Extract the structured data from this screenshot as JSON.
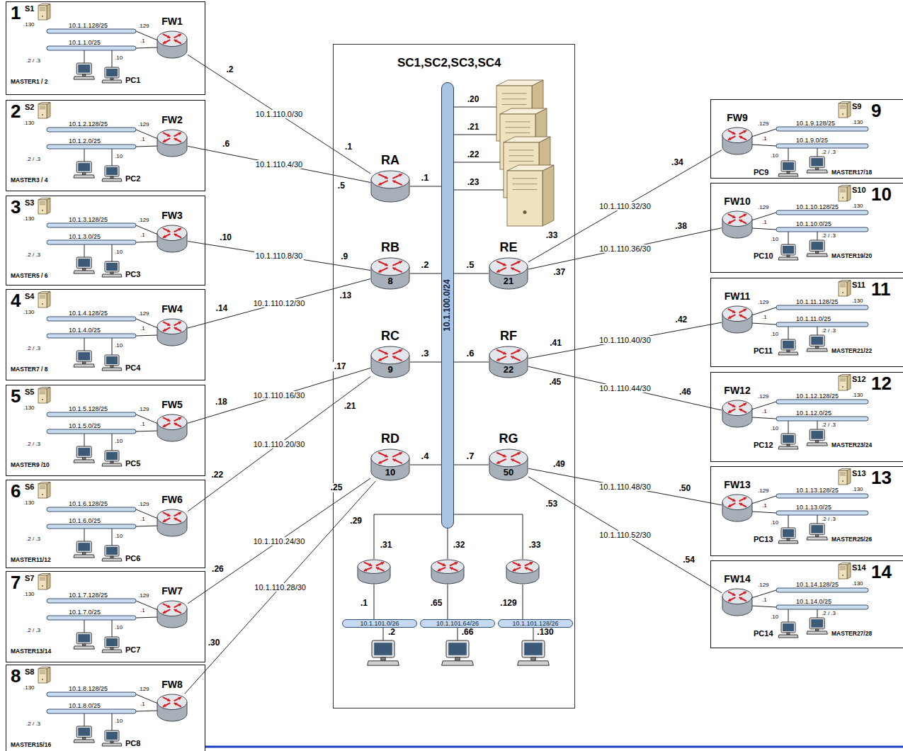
{
  "diagram": {
    "nodes": [
      {
        "text": [
          "1",
          "S1",
          ".130",
          "10.1.1.128/25",
          ".129",
          "10.1.1.0/25",
          ".1",
          ".10",
          ".2 / .3",
          "MASTER1 / 2",
          "PC1"
        ]
      },
      {
        "text": [
          "FW1"
        ],
        "in": 0
      },
      {
        "text": [
          "2",
          "S2",
          ".130",
          "10.1.2.128/25",
          ".129",
          "10.1.2.0/25",
          ".1",
          ".10",
          ".2 / .3",
          "MASTER3 / 4",
          "PC2"
        ]
      },
      {
        "text": [
          "FW2"
        ],
        "in": 2
      },
      {
        "text": [
          "3",
          "S3",
          ".130",
          "10.1.3.128/25",
          ".129",
          "10.1.3.0/25",
          ".1",
          ".10",
          ".2 / .3",
          "MASTER5 / 6",
          "PC3"
        ]
      },
      {
        "text": [
          "FW3"
        ],
        "in": 4
      },
      {
        "text": [
          "4",
          "S4",
          ".130",
          "10.1.4.128/25",
          ".129",
          "10.1.4.0/25",
          ".1",
          ".10",
          ".2 / .3",
          "MASTER7 / 8",
          "PC4"
        ]
      },
      {
        "text": [
          "FW4"
        ],
        "in": 6
      },
      {
        "text": [
          "5",
          "S5",
          ".130",
          "10.1.5.128/25",
          ".129",
          "10.1.5.0/25",
          ".1",
          ".10",
          ".2 / .3",
          "MASTER9 /10",
          "PC5"
        ]
      },
      {
        "text": [
          "FW5"
        ],
        "in": 8
      },
      {
        "text": [
          "6",
          "S6",
          ".130",
          "10.1.6.128/25",
          ".129",
          "10.1.6.0/25",
          ".1",
          ".10",
          ".2 / .3",
          "MASTER11/12",
          "PC6"
        ]
      },
      {
        "text": [
          "FW6"
        ],
        "in": 10
      },
      {
        "text": [
          "7",
          "S7",
          ".130",
          "10.1.7.128/25",
          ".129",
          "10.1.7.0/25",
          ".1",
          ".10",
          ".2 / .3",
          "MASTER13/14",
          "PC7"
        ]
      },
      {
        "text": [
          "FW7"
        ],
        "in": 12
      },
      {
        "text": [
          "8",
          "S8",
          ".130",
          "10.1.8.128/25",
          ".129",
          "10.1.8.0/25",
          ".1",
          ".10",
          ".2 / .3",
          "MASTER15/16",
          "PC8"
        ]
      },
      {
        "text": [
          "FW8"
        ],
        "in": 14
      },
      {
        "text": [
          "SC1,SC2,SC3,SC4"
        ]
      },
      {
        "text": [
          "RA"
        ],
        "in": 16
      },
      {
        "text": [
          "10.1.100.0/24"
        ],
        "in": 16
      },
      {
        "text": [
          "RB",
          "8"
        ],
        "in": 16
      },
      {
        "text": [
          "RE",
          "21"
        ],
        "in": 16
      },
      {
        "text": [
          "RC",
          "9"
        ],
        "in": 16
      },
      {
        "text": [
          "RF",
          "22"
        ],
        "in": 16
      },
      {
        "text": [
          "RD",
          "10"
        ],
        "in": 16
      },
      {
        "text": [
          "RG",
          "50"
        ],
        "in": 16
      },
      {
        "text": [
          "10.1.101.0/26"
        ],
        "in": 16
      },
      {
        "text": [
          "10.1.101.64/26"
        ],
        "in": 16
      },
      {
        "text": [
          "10.1.101.128/26"
        ],
        "in": 16
      },
      {
        "text": [
          "9",
          "S9",
          ".130",
          "10.1.9.128/25",
          ".129",
          "10.1.9.0/25",
          ".1",
          ".10",
          ".2 / .3",
          "MASTER17/18",
          "PC9"
        ]
      },
      {
        "text": [
          "FW9"
        ],
        "in": 28
      },
      {
        "text": [
          "10",
          "S10",
          ".130",
          "10.1.10.128/25",
          ".129",
          "10.1.10.0/25",
          ".1",
          ".10",
          ".2 / .3",
          "MASTER19/20",
          "PC10"
        ]
      },
      {
        "text": [
          "FW10"
        ],
        "in": 30
      },
      {
        "text": [
          "11",
          "S11",
          ".130",
          "10.1.11.128/25",
          ".129",
          "10.1.11.0/25",
          ".1",
          ".10",
          ".2 / .3",
          "MASTER21/22",
          "PC11"
        ]
      },
      {
        "text": [
          "FW11"
        ],
        "in": 32
      },
      {
        "text": [
          "12",
          "S12",
          ".130",
          "10.1.12.128/25",
          ".129",
          "10.1.12.0/25",
          ".1",
          ".10",
          ".2 / .3",
          "MASTER23/24",
          "PC12"
        ]
      },
      {
        "text": [
          "FW12"
        ],
        "in": 34
      },
      {
        "text": [
          "13",
          "S13",
          ".130",
          "10.1.13.128/25",
          ".129",
          "10.1.13.0/25",
          ".1",
          ".10",
          ".2 / .3",
          "MASTER25/26",
          "PC13"
        ]
      },
      {
        "text": [
          "FW13"
        ],
        "in": 36
      },
      {
        "text": [
          "14",
          "S14",
          ".130",
          "10.1.14.128/25",
          ".129",
          "10.1.14.0/25",
          ".1",
          ".10",
          ".2 / .3",
          "MASTER27/28",
          "PC14"
        ]
      },
      {
        "text": [
          "FW14"
        ],
        "in": 38
      }
    ],
    "edges": [
      {
        "from": 1,
        "to": 17,
        "arrow": "none",
        "label": "10.1.110.0/30"
      },
      {
        "from": 3,
        "to": 17,
        "arrow": "none",
        "label": "10.1.110.4/30"
      },
      {
        "from": 5,
        "to": 19,
        "arrow": "none",
        "label": "10.1.110.8/30"
      },
      {
        "from": 7,
        "to": 19,
        "arrow": "none",
        "label": "10.1.110.12/30"
      },
      {
        "from": 9,
        "to": 21,
        "arrow": "none",
        "label": "10.1.110.16/30"
      },
      {
        "from": 11,
        "to": 21,
        "arrow": "none",
        "label": "10.1.110.20/30"
      },
      {
        "from": 13,
        "to": 23,
        "arrow": "none",
        "label": "10.1.110.24/30"
      },
      {
        "from": 15,
        "to": 23,
        "arrow": "none",
        "label": "10.1.110.28/30"
      },
      {
        "from": 29,
        "to": 20,
        "arrow": "none",
        "label": "10.1.110.32/30"
      },
      {
        "from": 31,
        "to": 20,
        "arrow": "none",
        "label": "10.1.110.36/30"
      },
      {
        "from": 33,
        "to": 22,
        "arrow": "none",
        "label": "10.1.110.40/30"
      },
      {
        "from": 35,
        "to": 22,
        "arrow": "none",
        "label": "10.1.110.44/30"
      },
      {
        "from": 37,
        "to": 24,
        "arrow": "none",
        "label": "10.1.110.48/30"
      },
      {
        "from": 39,
        "to": 24,
        "arrow": "none",
        "label": "10.1.110.52/30"
      },
      {
        "from": 17,
        "to": 18,
        "arrow": "none"
      },
      {
        "from": 19,
        "to": 18,
        "arrow": "none"
      },
      {
        "from": 21,
        "to": 18,
        "arrow": "none"
      },
      {
        "from": 23,
        "to": 18,
        "arrow": "none"
      },
      {
        "from": 20,
        "to": 18,
        "arrow": "none"
      },
      {
        "from": 22,
        "to": 18,
        "arrow": "none"
      },
      {
        "from": 24,
        "to": 18,
        "arrow": "none"
      }
    ],
    "labels": [
      ".20",
      ".21",
      ".22",
      ".23",
      ".1",
      ".2",
      ".3",
      ".4",
      ".5",
      ".6",
      ".7",
      ".2",
      ".1",
      ".6",
      ".5",
      ".10",
      ".9",
      ".14",
      ".13",
      ".18",
      ".17",
      ".22",
      ".21",
      ".26",
      ".25",
      ".30",
      ".29",
      ".34",
      ".33",
      ".38",
      ".37",
      ".42",
      ".41",
      ".46",
      ".45",
      ".50",
      ".49",
      ".54",
      ".53",
      ".31",
      ".32",
      ".33",
      ".1",
      ".65",
      ".129",
      ".2",
      ".66",
      ".130"
    ]
  }
}
